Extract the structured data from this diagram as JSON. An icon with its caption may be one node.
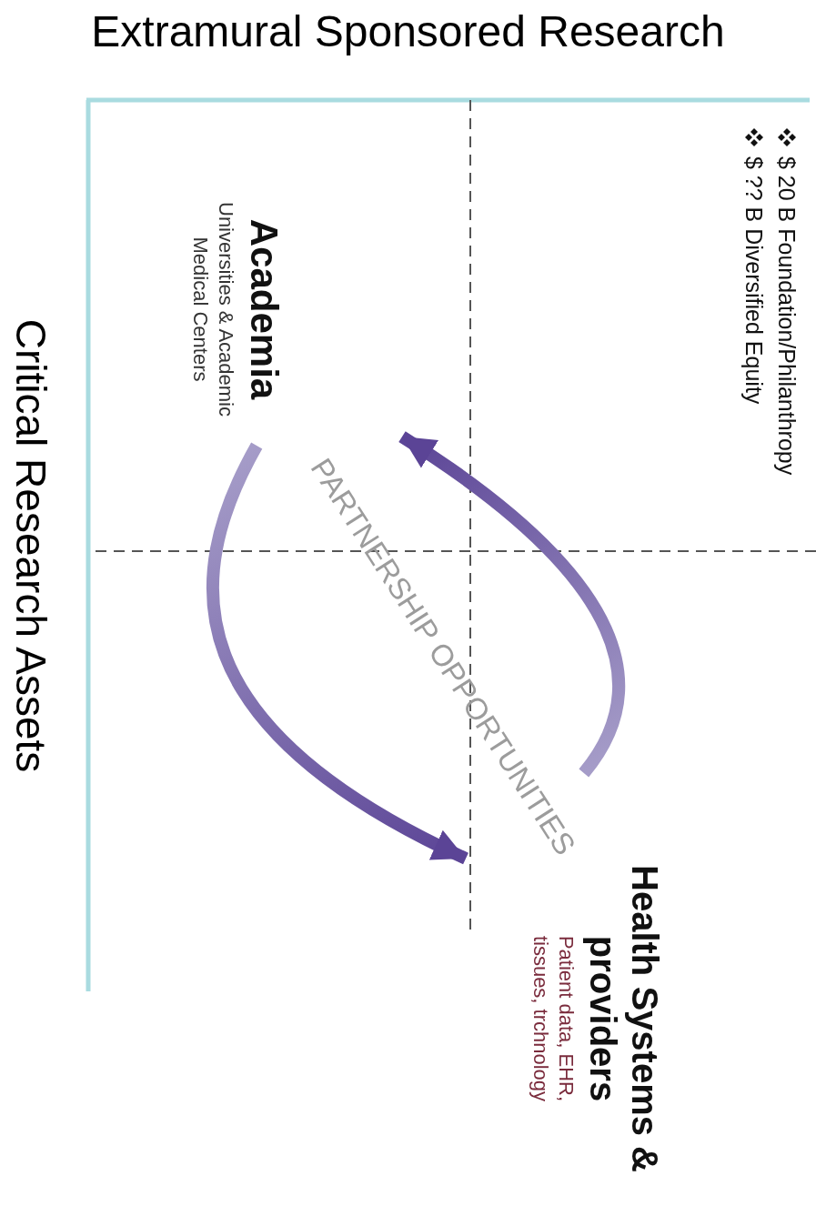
{
  "diagram": {
    "title": "Extramural Sponsored Research",
    "nodes": [
      {
        "text": [
          "Academia",
          "Universities & Academic Medical Centers"
        ]
      },
      {
        "text": [
          "Health Systems & providers",
          "Patient data, EHR, tissues, trchnology"
        ]
      }
    ],
    "edges": [
      {
        "from": 1,
        "to": 0,
        "arrow": "to",
        "style": "thick"
      },
      {
        "from": 0,
        "to": 1,
        "arrow": "to",
        "style": "thick"
      }
    ],
    "labels": [
      "$ 20 B Foundation/Philanthropy",
      "$ ?? B Diversified Equity",
      "PARTNERSHIP OPPORTUNITIES",
      "Critical Research Assets"
    ]
  }
}
